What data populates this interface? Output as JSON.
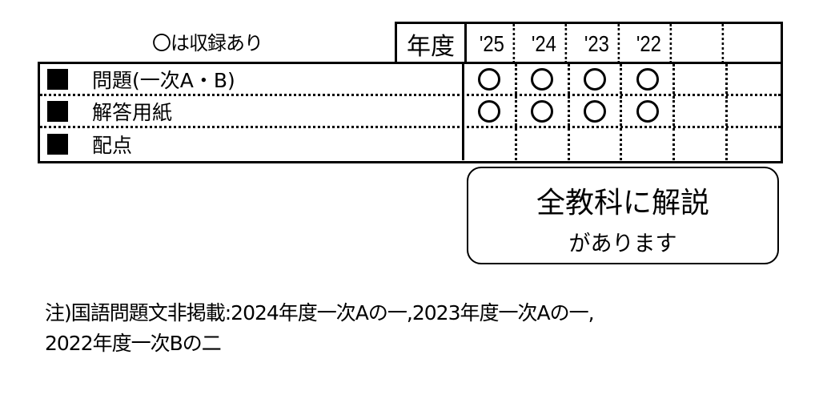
{
  "legend": "〇は収録あり",
  "header": {
    "year_label": "年度",
    "years": [
      "'25",
      "'24",
      "'23",
      "'22",
      "",
      ""
    ]
  },
  "rows": [
    {
      "label": "問題(一次A・B)",
      "marks": [
        true,
        true,
        true,
        true,
        false,
        false
      ]
    },
    {
      "label": "解答用紙",
      "marks": [
        true,
        true,
        true,
        true,
        false,
        false
      ]
    },
    {
      "label": "配点",
      "marks": [
        false,
        false,
        false,
        false,
        false,
        false
      ]
    }
  ],
  "callout": {
    "line1": "全教科に解説",
    "line2": "があります"
  },
  "footnote": {
    "line1": "注)国語問題文非掲載:2024年度一次Aの一,2023年度一次Aの一,",
    "line2": "2022年度一次Bの二"
  }
}
